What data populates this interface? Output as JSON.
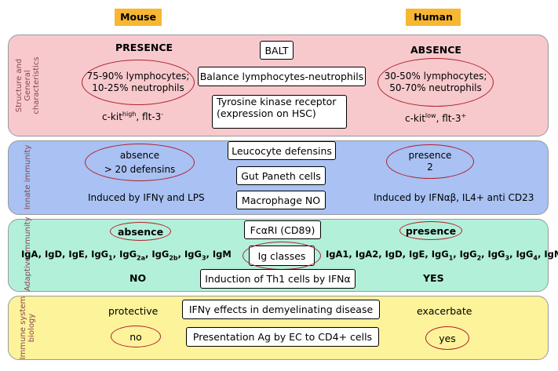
{
  "headers": {
    "mouse": "Mouse",
    "human": "Human"
  },
  "sections": {
    "structure": {
      "label": "Structure and General characteristics",
      "mouse_title": "PRESENCE",
      "human_title": "ABSENCE",
      "mouse_oval": [
        "75-90% lymphocytes;",
        "10-25% neutrophils"
      ],
      "human_oval": [
        "30-50% lymphocytes;",
        "50-70% neutrophils"
      ],
      "mouse_ckit": {
        "pre": "c-kit",
        "sup1": "high",
        "mid": ", flt-3",
        "sup2": "-"
      },
      "human_ckit": {
        "pre": "c-kit",
        "sup1": "low",
        "mid": ", flt-3",
        "sup2": "+"
      },
      "center": [
        "BALT",
        "Balance lymphocytes-neutrophils",
        "Tyrosine kinase receptor",
        "(expression on HSC)"
      ]
    },
    "innate": {
      "label": "Innate immunity",
      "mouse_oval": [
        "absence",
        "> 20 defensins"
      ],
      "human_oval": [
        "presence",
        "2"
      ],
      "mouse_induced": "Induced by IFNγ and LPS",
      "human_induced": "Induced by IFNαβ, IL4+ anti CD23",
      "center": [
        "Leucocyte defensins",
        "Gut Paneth cells",
        "Macrophage NO"
      ]
    },
    "adaptive": {
      "label": "Adaptive immunity",
      "mouse_oval": "absence",
      "human_oval": "presence",
      "mouse_ig": {
        "a": "IgA, IgD, IgE, IgG",
        "s1": "1",
        "c1": ", IgG",
        "s2": "2a",
        "c2": ", IgG",
        "s3": "2b",
        "c3": ", IgG",
        "s4": "3",
        "c4": ", IgM"
      },
      "human_ig": {
        "a": "IgA1, IgA2, IgD, IgE, IgG",
        "s1": "1",
        "c1": ", IgG",
        "s2": "2",
        "c2": ", IgG",
        "s3": "3",
        "c3": ", IgG",
        "s4": "4",
        "c4": ", IgM"
      },
      "mouse_answer": "NO",
      "human_answer": "YES",
      "center": [
        "FcαRI (CD89)",
        "Ig classes",
        "Induction of Th1 cells by IFNα"
      ]
    },
    "biology": {
      "label": "Immune system biology",
      "mouse_text": "protective",
      "human_text": "exacerbate",
      "mouse_oval": "no",
      "human_oval": "yes",
      "center": [
        "IFNγ effects in demyelinating disease",
        "Presentation Ag by EC to CD4+ cells"
      ]
    }
  }
}
